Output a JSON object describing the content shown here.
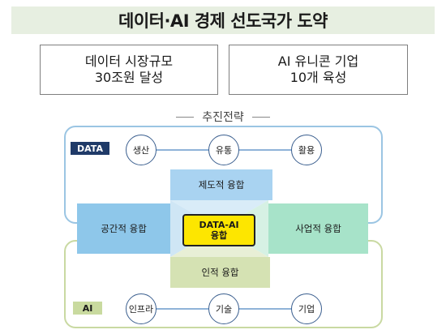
{
  "title": "데이터·AI 경제 선도국가 도약",
  "goals": [
    {
      "line1": "데이터 시장규모",
      "line2": "30조원 달성"
    },
    {
      "line1": "AI 유니콘 기업",
      "line2": "10개 육성"
    }
  ],
  "strategy_heading": "추진전략",
  "data_row": {
    "tag": "DATA",
    "items": [
      "생산",
      "유통",
      "활용"
    ]
  },
  "ai_row": {
    "tag": "AI",
    "items": [
      "인프라",
      "기술",
      "기업"
    ]
  },
  "convergence": {
    "top": "제도적 융합",
    "left": "공간적 융합",
    "right": "사업적 융합",
    "bottom": "인적 융합",
    "center_line1": "DATA-AI",
    "center_line2": "융합"
  },
  "colors": {
    "title_bg": "#e7efe1",
    "data_frame": "#9bc5e3",
    "ai_frame": "#c9d9a2",
    "data_tag": "#1f3a68",
    "ai_tag": "#c9da9f",
    "top_block": "#a9d3f1",
    "left_block": "#8ec7ea",
    "right_block": "#a7e3c9",
    "bottom_block": "#d5e2b3",
    "center": "#fde600"
  }
}
